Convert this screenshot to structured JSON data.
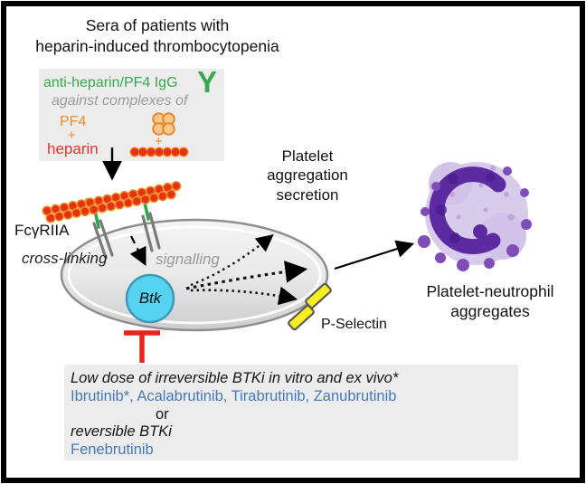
{
  "title": {
    "line1": "Sera of patients with",
    "line2": "heparin-induced thrombocytopenia"
  },
  "antibody_box": {
    "igg": "anti-heparin/PF4 IgG",
    "against": "against complexes of",
    "pf4": "PF4",
    "plus1": "+",
    "heparin": "heparin",
    "plus2": "+",
    "antibody_glyph": "Y"
  },
  "cell": {
    "receptor": "FcγRIIA",
    "crosslinking": "cross-linking",
    "signalling": "signalling",
    "kinase": "Btk",
    "pselectin": "P-Selectin"
  },
  "outputs": {
    "agg1": "Platelet",
    "agg2": "aggregation",
    "agg3": "secretion",
    "pn1": "Platelet-neutrophil",
    "pn2": "aggregates"
  },
  "inhibitor_box": {
    "line1": "Low dose of irreversible BTKi in vitro and ex vivo*",
    "line2": "Ibrutinib*, Acalabrutinib, Tirabrutinib, Zanubrutinib",
    "or": "or",
    "line4": "reversible BTKi",
    "line5": "Fenebrutinib"
  },
  "colors": {
    "antibody_green": "#3aa84e",
    "pf4_orange": "#ef8a2d",
    "heparin_red": "#e8332a",
    "drug_blue": "#4679ba",
    "inhibit_red": "#ea2419",
    "btk_cyan": "#57d3f2",
    "pselectin_yellow": "#f8ee1e",
    "neutrophil_purple": "#5c2ba2"
  }
}
